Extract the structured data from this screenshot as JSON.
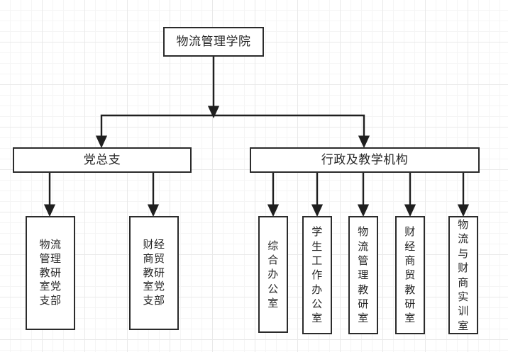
{
  "diagram": {
    "type": "organization-chart",
    "orientation": "top-down",
    "theme": {
      "background": "#ffffff",
      "grid_minor": "#f5f5f5",
      "grid_major": "#e9e9e9",
      "node_border": "#2b2b2b",
      "node_fill": "#ffffff",
      "connector": "#1f1f1f",
      "text": "#262626"
    },
    "root": {
      "label": "物流管理学院"
    },
    "groups": [
      {
        "label": "党总支"
      },
      {
        "label": "行政及教学机构"
      }
    ],
    "party_branch_units": [
      {
        "label": "物流管理教研室党支部"
      },
      {
        "label": "财经商贸教研室党支部"
      }
    ],
    "admin_units": [
      {
        "label": "综合办公室"
      },
      {
        "label": "学生工作办公室"
      },
      {
        "label": "物流管理教研室"
      },
      {
        "label": "财经商贸教研室"
      },
      {
        "label": "物流与财商实训室"
      }
    ]
  }
}
